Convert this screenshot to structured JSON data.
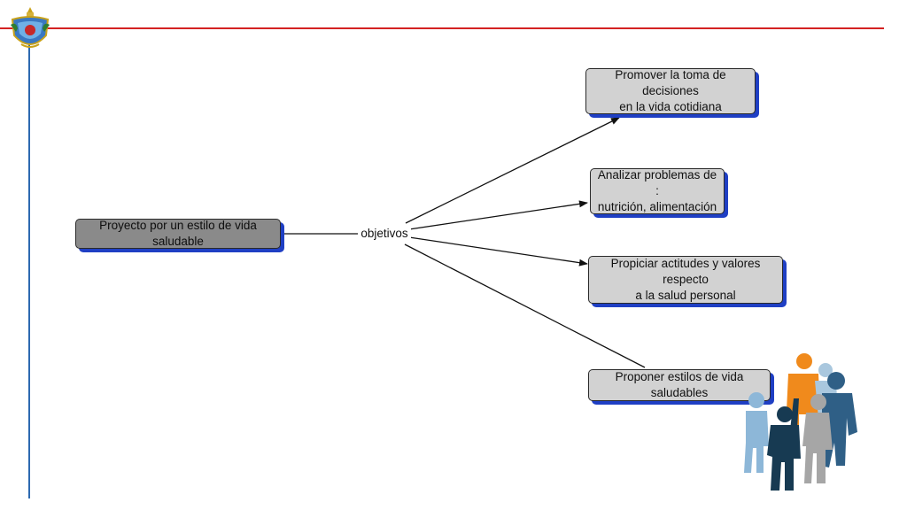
{
  "diagram": {
    "root": {
      "label": "Proyecto por un estilo de vida saludable"
    },
    "relation_label": "objetivos",
    "objectives": [
      {
        "label": "Promover la toma de decisiones\nen  la vida cotidiana"
      },
      {
        "label": "Analizar  problemas de :\nnutrición, alimentación"
      },
      {
        "label": "Propiciar actitudes y valores respecto\na la salud personal"
      },
      {
        "label": "Proponer estilos de vida saludables"
      }
    ]
  },
  "colors": {
    "header_line": "#d42222",
    "side_line": "#2d6ab0",
    "box_shadow": "#1f3fc4",
    "root_fill": "#8a8a8a",
    "objective_fill": "#d2d2d2",
    "people_orange": "#f08a1c",
    "people_blue": "#2f5f86",
    "people_light_blue": "#8db7d8",
    "people_grey": "#a6a6a6",
    "people_navy": "#173a52"
  },
  "decorations": {
    "crest_icon": "institution-crest-icon",
    "people_icon": "people-group-icon"
  }
}
